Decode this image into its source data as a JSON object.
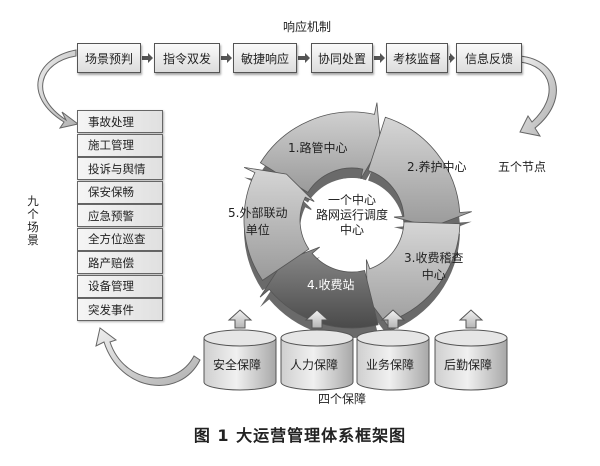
{
  "top_label": "响应机制",
  "steps": [
    "场景预判",
    "指令双发",
    "敏捷响应",
    "协同处置",
    "考核监督",
    "信息反馈"
  ],
  "left_label": [
    "九",
    "个",
    "场",
    "景"
  ],
  "scenarios": [
    "事故处理",
    "施工管理",
    "投诉与舆情",
    "保安保畅",
    "应急预警",
    "全方位巡查",
    "路产赔偿",
    "设备管理",
    "突发事件"
  ],
  "right_label": "五个节点",
  "nodes": [
    "1.路管中心",
    "2.养护中心",
    "3.收费稽查中心",
    "4.收费站",
    "5.外部联动单位"
  ],
  "nodes_display": {
    "n1": [
      "1.路管中心"
    ],
    "n2": [
      "2.养护中心"
    ],
    "n3": [
      "3.收费稽查",
      "中心"
    ],
    "n4": [
      "4.收费站"
    ],
    "n5": [
      "5.外部联动",
      "单位"
    ]
  },
  "center_text": [
    "一个中心",
    "路网运行调度",
    "中心"
  ],
  "supports": [
    "安全保障",
    "人力保障",
    "业务保障",
    "后勤保障"
  ],
  "bottom_label": "四个保障",
  "caption": "图 1    大运营管理体系框架图"
}
